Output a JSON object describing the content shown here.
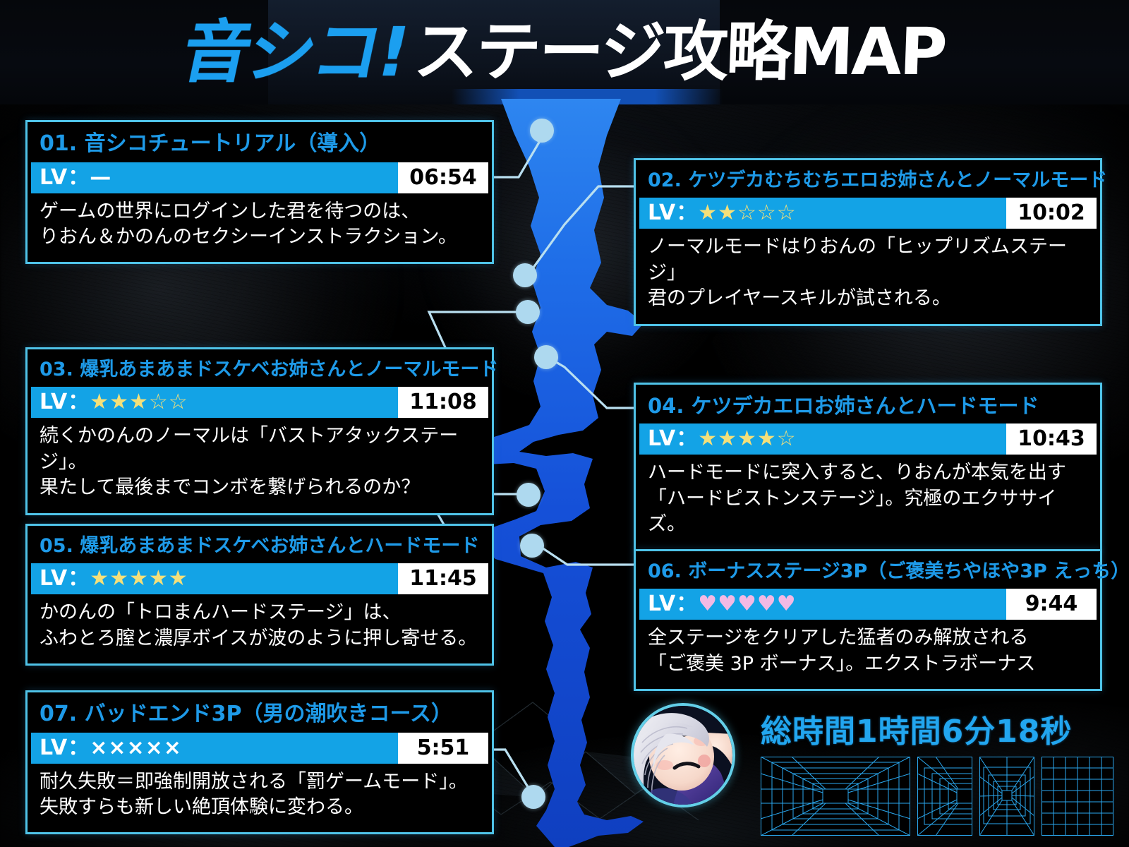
{
  "header": {
    "logo_main": "音シコ!",
    "logo_sub": "ステージ攻略MAP"
  },
  "cards": [
    {
      "id": "stage-01",
      "number": "01.",
      "title": "01. 音シコチュートリアル（導入）",
      "lv_label": "LV：",
      "lv_value": "—",
      "lv_marks": {
        "type": "dash",
        "filled": 0,
        "total": 0
      },
      "time": "06:54",
      "desc": "ゲームの世界にログインした君を待つのは、\nりおん＆かのんのセクシーインストラクション。"
    },
    {
      "id": "stage-02",
      "number": "02.",
      "title": "02. ケツデカむちむちエロお姉さんとノーマルモード",
      "lv_label": "LV：",
      "lv_value": "★★☆☆☆",
      "lv_marks": {
        "type": "star",
        "filled": 2,
        "total": 5
      },
      "time": "10:02",
      "desc": "ノーマルモードはりおんの「ヒップリズムステージ」\n君のプレイヤースキルが試される。"
    },
    {
      "id": "stage-03",
      "number": "03.",
      "title": "03. 爆乳あまあまドスケベお姉さんとノーマルモード",
      "lv_label": "LV：",
      "lv_value": "★★★☆☆",
      "lv_marks": {
        "type": "star",
        "filled": 3,
        "total": 5
      },
      "time": "11:08",
      "desc": "続くかのんのノーマルは「バストアタックステージ」。\n果たして最後までコンボを繋げられるのか？"
    },
    {
      "id": "stage-04",
      "number": "04.",
      "title": "04. ケツデカエロお姉さんとハードモード",
      "lv_label": "LV：",
      "lv_value": "★★★★☆",
      "lv_marks": {
        "type": "star",
        "filled": 4,
        "total": 5
      },
      "time": "10:43",
      "desc": "ハードモードに突入すると、りおんが本気を出す\n「ハードピストンステージ」。究極のエクササイズ。"
    },
    {
      "id": "stage-05",
      "number": "05.",
      "title": "05. 爆乳あまあまドスケベお姉さんとハードモード",
      "lv_label": "LV：",
      "lv_value": "★★★★★",
      "lv_marks": {
        "type": "star",
        "filled": 5,
        "total": 5
      },
      "time": "11:45",
      "desc": "かのんの「トロまんハードステージ」は、\nふわとろ膣と濃厚ボイスが波のように押し寄せる。"
    },
    {
      "id": "stage-06",
      "number": "06.",
      "title": "06. ボーナスステージ3P（ご褒美ちやほや3P えっち）",
      "lv_label": "LV：",
      "lv_value": "♥♥♥♥♥",
      "lv_marks": {
        "type": "heart",
        "filled": 5,
        "total": 5
      },
      "time": "9:44",
      "desc": " 全ステージをクリアした猛者のみ解放される\n「ご褒美 3P ボーナス」。エクストラボーナス"
    },
    {
      "id": "stage-07",
      "number": "07.",
      "title": "07. バッドエンド3P（男の潮吹きコース）",
      "lv_label": "LV：",
      "lv_value": "×××××",
      "lv_marks": {
        "type": "cross",
        "filled": 0,
        "total": 5
      },
      "time": "5:51",
      "desc": "耐久失敗＝即強制開放される「罰ゲームモード」。\n失敗すらも新しい絶頂体験に変わる。"
    }
  ],
  "summary": {
    "total_time_label": "総時間1時間6分18秒"
  },
  "colors": {
    "accent_cyan": "#13a3e6",
    "border_cyan": "#4fc3e8",
    "title_blue": "#1e9ae8",
    "star_gold": "#f4e07a",
    "heart_pink": "#f3b9e4",
    "river_blue": "#1a5fd8",
    "node_light": "#aed9ef"
  }
}
